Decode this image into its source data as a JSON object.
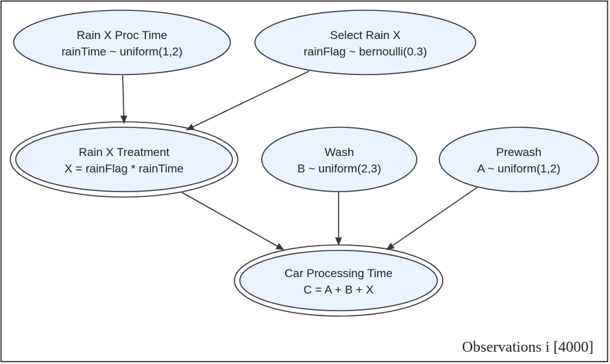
{
  "plate": {
    "label": "Observations i [4000]"
  },
  "nodes": {
    "rain_proc_time": {
      "title": "Rain X Proc Time",
      "formula": "rainTime ~ uniform(1,2)",
      "observed": false
    },
    "select_rain_x": {
      "title": "Select Rain X",
      "formula": "rainFlag ~ bernoulli(0.3)",
      "observed": false
    },
    "rain_treatment": {
      "title": "Rain X Treatment",
      "formula": "X = rainFlag * rainTime",
      "observed": true
    },
    "wash": {
      "title": "Wash",
      "formula": "B ~ uniform(2,3)",
      "observed": false
    },
    "prewash": {
      "title": "Prewash",
      "formula": "A ~ uniform(1,2)",
      "observed": false
    },
    "car_processing_time": {
      "title": "Car Processing Time",
      "formula": "C = A + B + X",
      "observed": true
    }
  },
  "edges": [
    {
      "from": "rain_proc_time",
      "to": "rain_treatment"
    },
    {
      "from": "select_rain_x",
      "to": "rain_treatment"
    },
    {
      "from": "rain_treatment",
      "to": "car_processing_time"
    },
    {
      "from": "wash",
      "to": "car_processing_time"
    },
    {
      "from": "prewash",
      "to": "car_processing_time"
    }
  ],
  "colors": {
    "node_fill": "#eaf3fd",
    "stroke": "#3a3a3a",
    "text": "#222222"
  }
}
